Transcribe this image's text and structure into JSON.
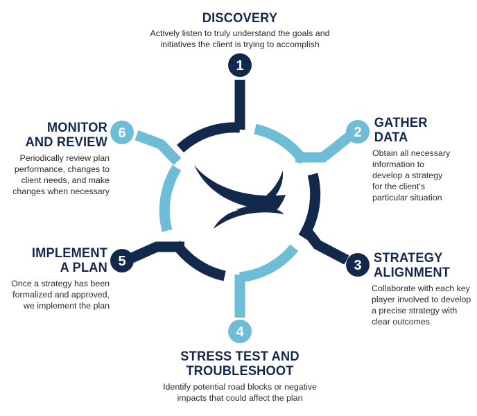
{
  "colors": {
    "navy": "#13294b",
    "light_blue": "#6fbcd6",
    "text": "#2b2b2b"
  },
  "steps": [
    {
      "number": "1",
      "title_lines": [
        "DISCOVERY"
      ],
      "desc_lines": [
        "Actively listen to truly understand the goals and",
        "initiatives the client is trying to accomplish"
      ]
    },
    {
      "number": "2",
      "title_lines": [
        "GATHER",
        "DATA"
      ],
      "desc_lines": [
        "Obtain all necessary",
        "information to",
        "develop a strategy",
        "for the client's",
        "particular situation"
      ]
    },
    {
      "number": "3",
      "title_lines": [
        "STRATEGY",
        "ALIGNMENT"
      ],
      "desc_lines": [
        "Collaborate with each key",
        "player involved to develop",
        "a precise strategy with",
        "clear outcomes"
      ]
    },
    {
      "number": "4",
      "title_lines": [
        "STRESS TEST AND",
        "TROUBLESHOOT"
      ],
      "desc_lines": [
        "Identify potential road blocks or negative",
        "impacts that could affect the plan"
      ]
    },
    {
      "number": "5",
      "title_lines": [
        "IMPLEMENT",
        "A PLAN"
      ],
      "desc_lines": [
        "Once a strategy has been",
        "formalized and approved,",
        "we implement the plan"
      ]
    },
    {
      "number": "6",
      "title_lines": [
        "MONITOR",
        "AND REVIEW"
      ],
      "desc_lines": [
        "Periodically review plan",
        "performance, changes to",
        "client needs, and make",
        "changes when necessary"
      ]
    }
  ]
}
